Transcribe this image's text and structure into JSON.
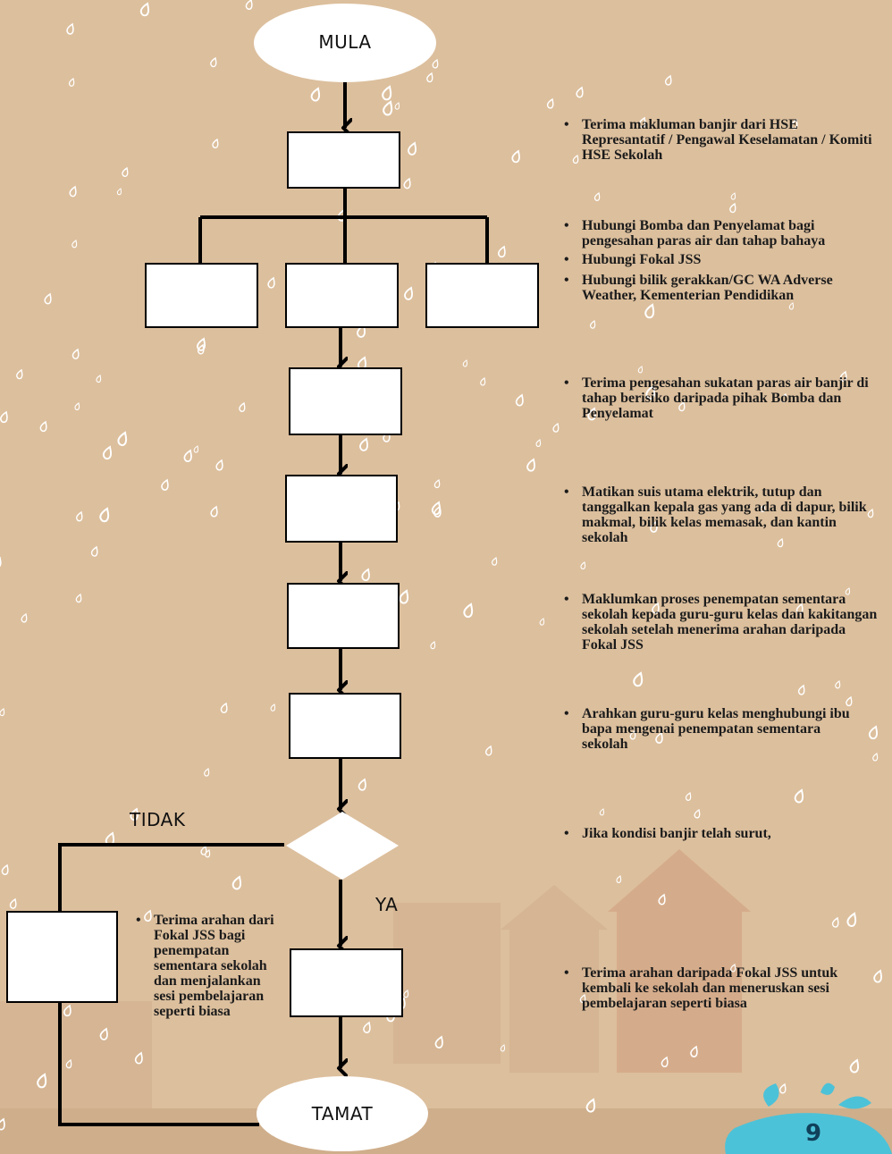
{
  "terminals": {
    "start": "MULA",
    "end": "TAMAT"
  },
  "decision": {
    "no_label": "TIDAK",
    "yes_label": "YA"
  },
  "notes": {
    "step1": "Terima makluman banjir dari HSE Represantatif / Pengawal Keselamatan / Komiti HSE Sekolah",
    "step2a": "Hubungi Bomba dan Penyelamat bagi pengesahan paras air dan tahap bahaya",
    "step2b": "Hubungi Fokal JSS",
    "step2c": "Hubungi bilik gerakkan/GC WA Adverse Weather, Kementerian Pendidikan",
    "step3": "Terima pengesahan sukatan paras air banjir di tahap berisiko daripada pihak Bomba dan Penyelamat",
    "step4": "Matikan suis utama elektrik, tutup dan tanggalkan kepala gas yang ada di dapur, bilik makmal, bilik kelas memasak, dan kantin sekolah",
    "step5": "Maklumkan proses penempatan sementara sekolah kepada guru-guru kelas dan kakitangan sekolah setelah menerima arahan daripada Fokal JSS",
    "step6": "Arahkan guru-guru kelas menghubungi ibu bapa mengenai penempatan sementara sekolah",
    "decision": "Jika kondisi banjir telah surut,",
    "yes": "Terima arahan daripada Fokal JSS untuk kembali ke sekolah dan meneruskan sesi pembelajaran seperti biasa",
    "no": "Terima arahan dari Fokal JSS bagi penempatan sementara sekolah dan menjalankan sesi pembelajaran seperti biasa"
  },
  "page_number": "9",
  "colors": {
    "background": "#dcbf9d",
    "box_fill": "#ffffff",
    "line": "#000000",
    "raindrop": "#ffffff"
  }
}
